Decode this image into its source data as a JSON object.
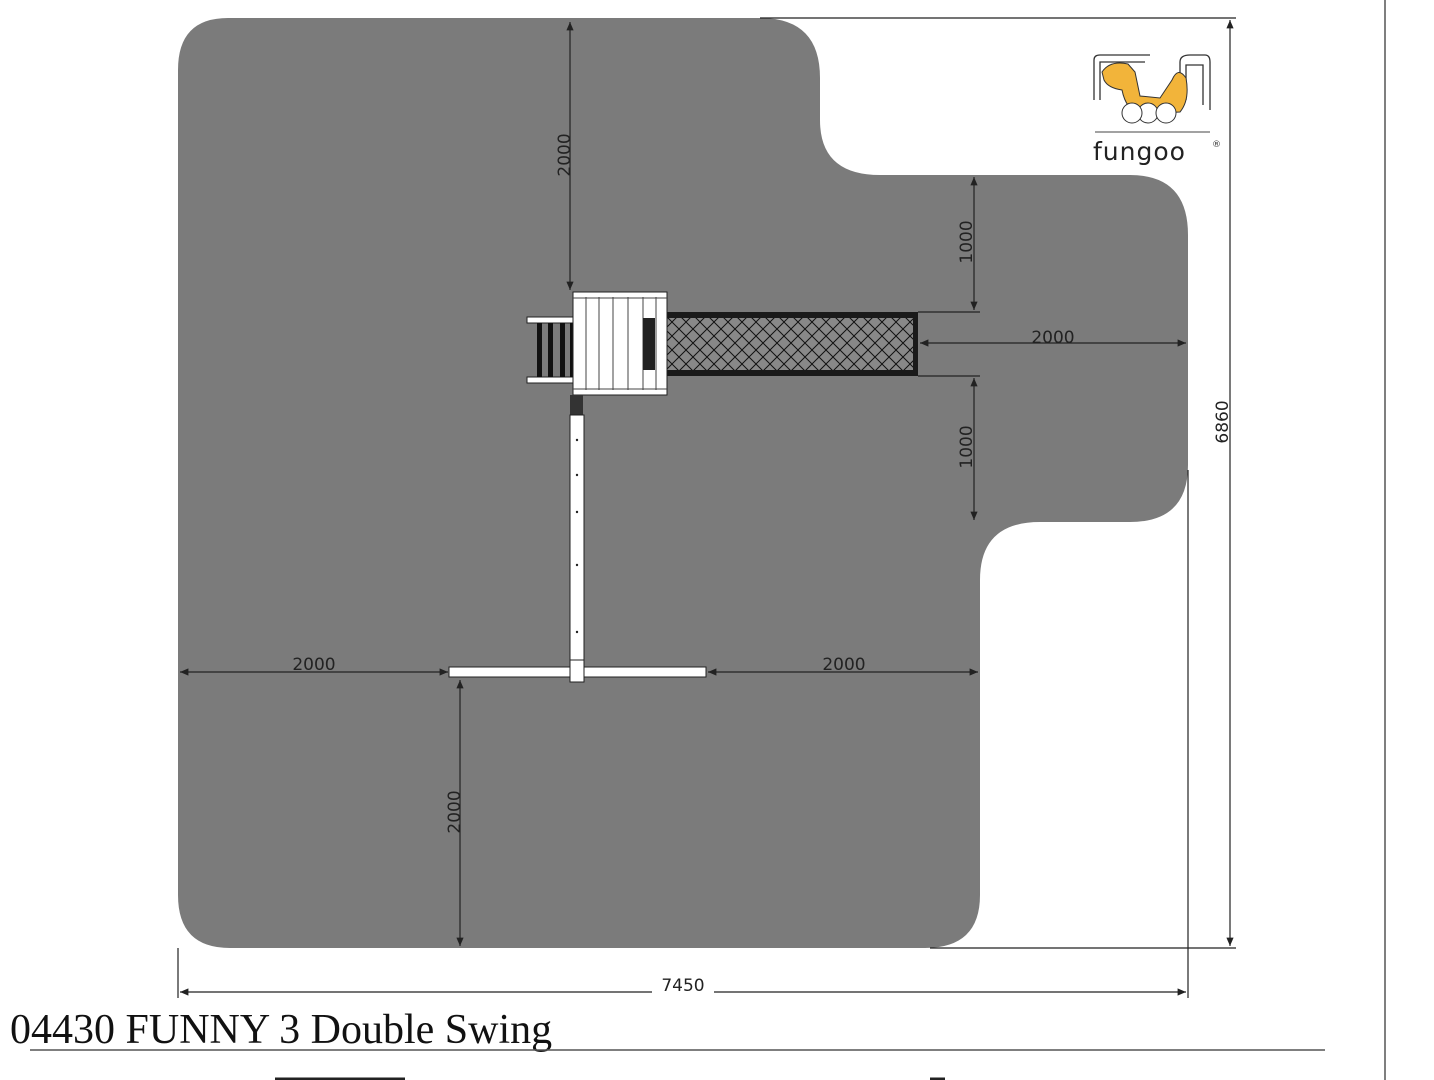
{
  "title": "04430 FUNNY 3 Double Swing",
  "logo": {
    "text": "fungoo",
    "mark": "FUN goo",
    "registered": "®"
  },
  "dimensions": {
    "top_clearance": "2000",
    "slide_side_top": "1000",
    "slide_side_bottom": "1000",
    "slide_end": "2000",
    "swing_left": "2000",
    "swing_right": "2000",
    "swing_front": "2000",
    "total_depth": "6860",
    "total_width": "7450"
  },
  "colors": {
    "safety_area": "#7b7b7b",
    "logo_yellow": "#f2b43a"
  }
}
